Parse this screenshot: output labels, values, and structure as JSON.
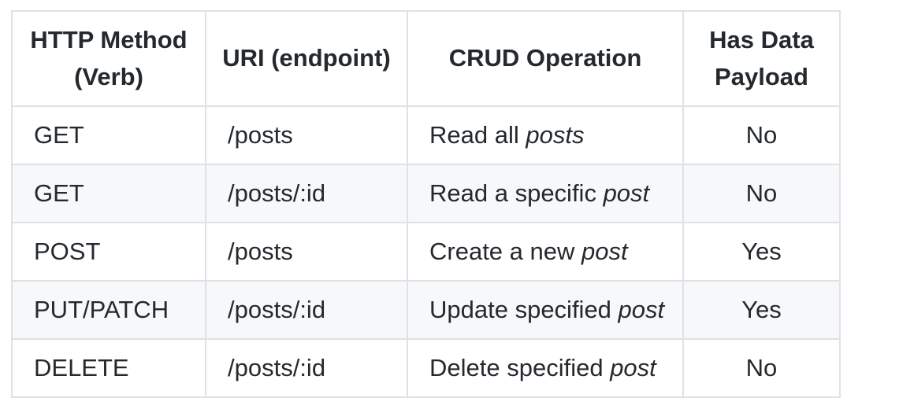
{
  "table": {
    "headers": [
      "HTTP Method (Verb)",
      "URI (endpoint)",
      "CRUD Operation",
      "Has Data Payload"
    ],
    "rows": [
      {
        "method": "GET",
        "uri": "/posts",
        "op_prefix": "Read all ",
        "op_emph": "posts",
        "payload": "No"
      },
      {
        "method": "GET",
        "uri": "/posts/:id",
        "op_prefix": "Read a specific ",
        "op_emph": "post",
        "payload": "No"
      },
      {
        "method": "POST",
        "uri": "/posts",
        "op_prefix": "Create a new ",
        "op_emph": "post",
        "payload": "Yes"
      },
      {
        "method": "PUT/PATCH",
        "uri": "/posts/:id",
        "op_prefix": "Update specified ",
        "op_emph": "post",
        "payload": "Yes"
      },
      {
        "method": "DELETE",
        "uri": "/posts/:id",
        "op_prefix": "Delete specified ",
        "op_emph": "post",
        "payload": "No"
      }
    ]
  }
}
